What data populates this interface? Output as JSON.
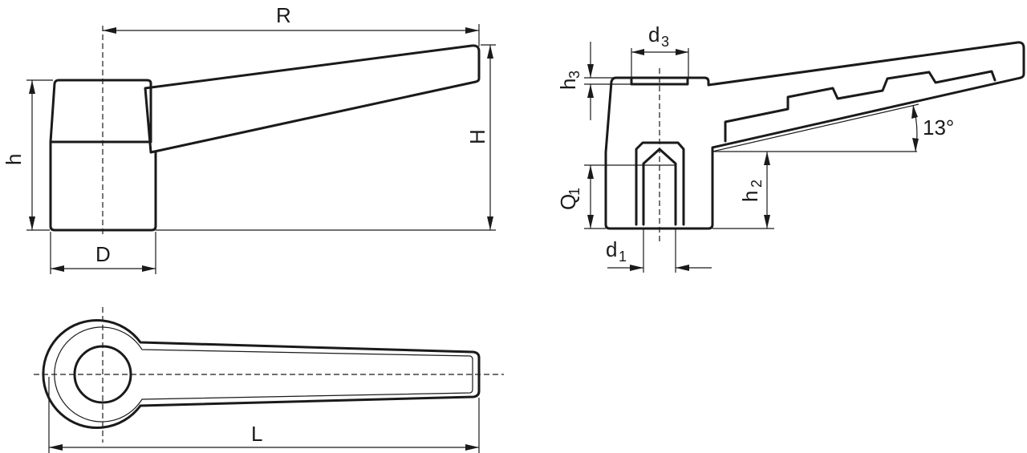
{
  "labels": {
    "R": "R",
    "H": "H",
    "h": "h",
    "D": "D",
    "L": "L",
    "d3": "d",
    "d3_sub": "3",
    "h3": "h",
    "h3_sub": "3",
    "Q1": "Q",
    "Q1_sub": "1",
    "d1": "d",
    "d1_sub": "1",
    "h2": "h",
    "h2_sub": "2",
    "angle": "13°"
  }
}
